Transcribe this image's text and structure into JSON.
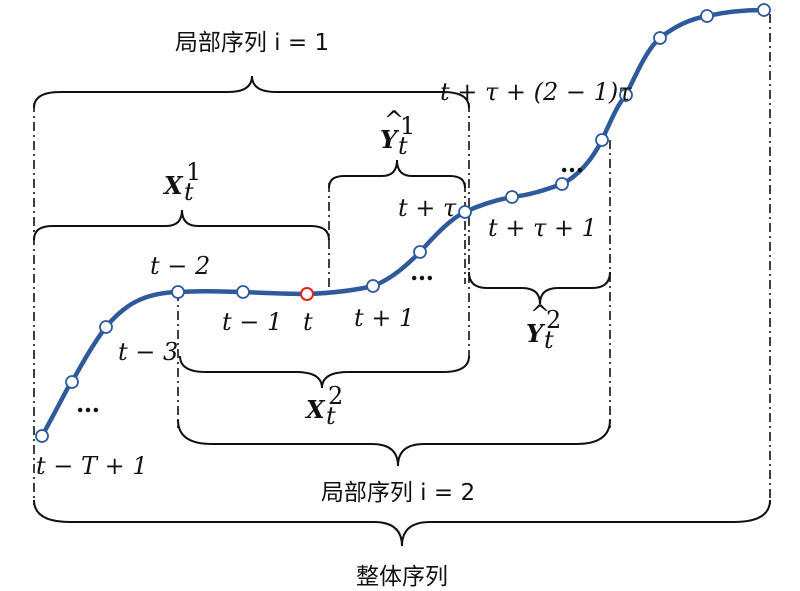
{
  "labels": {
    "local_seq_1": "局部序列 i = 1",
    "local_seq_2": "局部序列 i = 2",
    "whole_seq": "整体序列",
    "x1": "X",
    "x1_sub": "t",
    "x1_sup": "1",
    "x2": "X",
    "x2_sub": "t",
    "x2_sup": "2",
    "yhat1": "Y",
    "yhat1_sub": "t",
    "yhat1_sup": "1",
    "yhat2": "Y",
    "yhat2_sub": "t",
    "yhat2_sup": "2",
    "hat": "^",
    "t_minus_T_plus_1": "t − T + 1",
    "t_minus_3": "t − 3",
    "t_minus_2": "t − 2",
    "t_minus_1": "t − 1",
    "t": "t",
    "t_plus_1": "t + 1",
    "t_plus_tau": "t + τ",
    "t_plus_tau_plus_1": "t + τ + 1",
    "t_plus_tau_plus_2_1_tau": "t + τ + (2 − 1)τ",
    "ellipsis": "…"
  },
  "colors": {
    "curve": "#2e5a9c",
    "current_point": "#d9261c"
  }
}
